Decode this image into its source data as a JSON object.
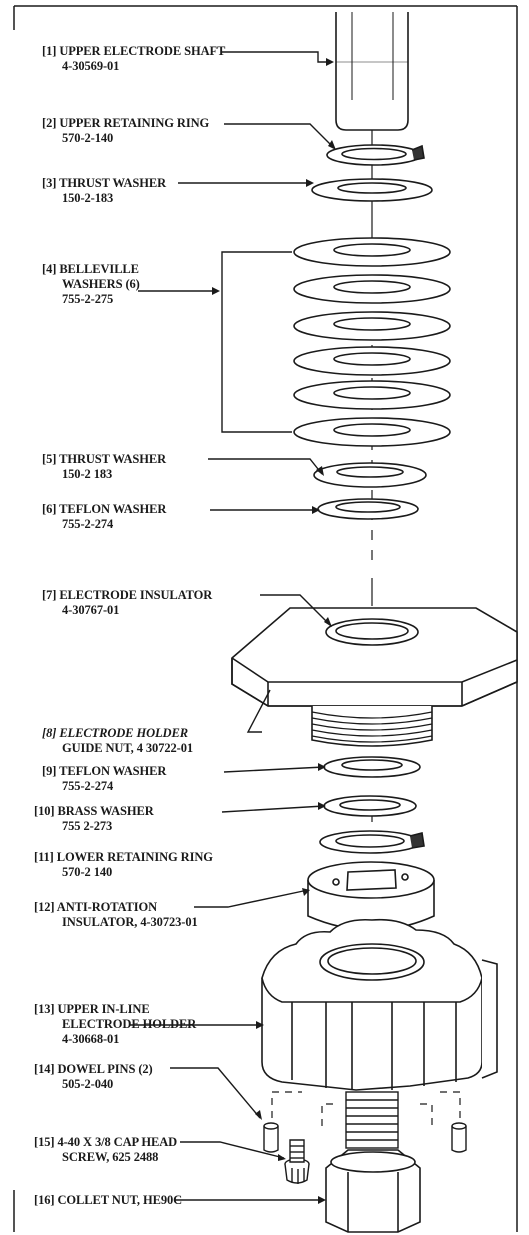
{
  "parts": [
    {
      "num": "[1]",
      "name": "UPPER ELECTRODE SHAFT",
      "code": "4-30569-01"
    },
    {
      "num": "[2]",
      "name": "UPPER RETAINING RING",
      "code": "570-2-140"
    },
    {
      "num": "[3]",
      "name": "THRUST WASHER",
      "code": "150-2-183"
    },
    {
      "num": "[4]",
      "name": "BELLEVILLE",
      "name2": "WASHERS (6)",
      "code": "755-2-275"
    },
    {
      "num": "[5]",
      "name": "THRUST WASHER",
      "code": "150-2 183"
    },
    {
      "num": "[6]",
      "name": "TEFLON WASHER",
      "code": "755-2-274"
    },
    {
      "num": "[7]",
      "name": "ELECTRODE INSULATOR",
      "code": "4-30767-01"
    },
    {
      "num": "[8]",
      "name": "ELECTRODE HOLDER",
      "code": "GUIDE NUT, 4 30722-01"
    },
    {
      "num": "[9]",
      "name": "TEFLON WASHER",
      "code": "755-2-274"
    },
    {
      "num": "[10]",
      "name": "BRASS WASHER",
      "code": "755 2-273"
    },
    {
      "num": "[11]",
      "name": "LOWER RETAINING RING",
      "code": "570-2 140"
    },
    {
      "num": "[12]",
      "name": "ANTI-ROTATION",
      "code": "INSULATOR, 4-30723-01"
    },
    {
      "num": "[13]",
      "name": "UPPER IN-LINE",
      "name2": "ELECTRODE HOLDER",
      "code": "4-30668-01"
    },
    {
      "num": "[14]",
      "name": "DOWEL PINS (2)",
      "code": "505-2-040"
    },
    {
      "num": "[15]",
      "name": "4-40 X 3/8 CAP HEAD",
      "code": "SCREW, 625 2488"
    },
    {
      "num": "[16]",
      "name": "COLLET NUT, HE90C",
      "code": ""
    }
  ]
}
